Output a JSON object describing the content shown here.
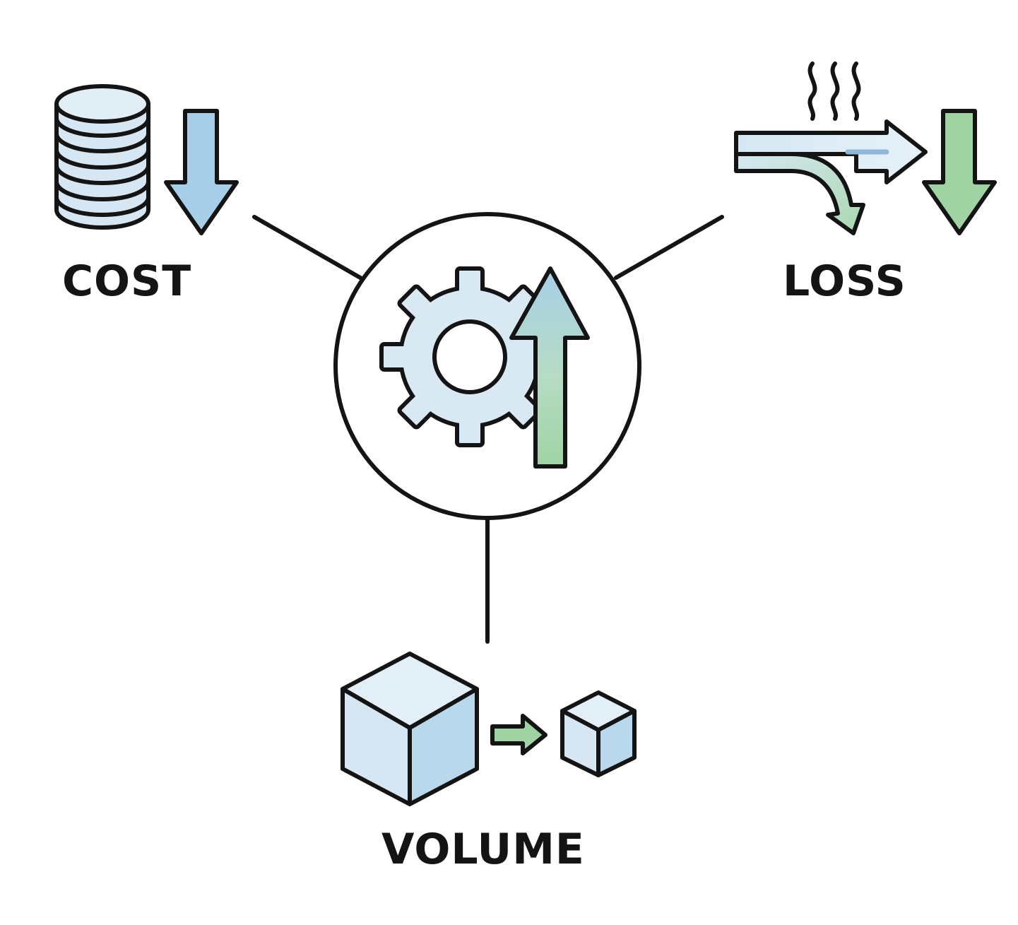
{
  "labels": {
    "cost": "COST",
    "loss": "LOSS",
    "volume": "VOLUME"
  },
  "icons": {
    "center": [
      "gear-icon",
      "up-arrow-icon"
    ],
    "cost": [
      "coin-stack-icon",
      "down-arrow-icon"
    ],
    "loss": [
      "steam-icon",
      "diverging-flow-arrow-icon",
      "down-arrow-icon"
    ],
    "volume": [
      "large-cube-icon",
      "right-arrow-icon",
      "small-cube-icon"
    ]
  },
  "colors": {
    "stroke": "#141414",
    "light_blue": "#d6e6f2",
    "mid_blue": "#a8cfe8",
    "green": "#9fd3a4",
    "background": "#ffffff"
  }
}
